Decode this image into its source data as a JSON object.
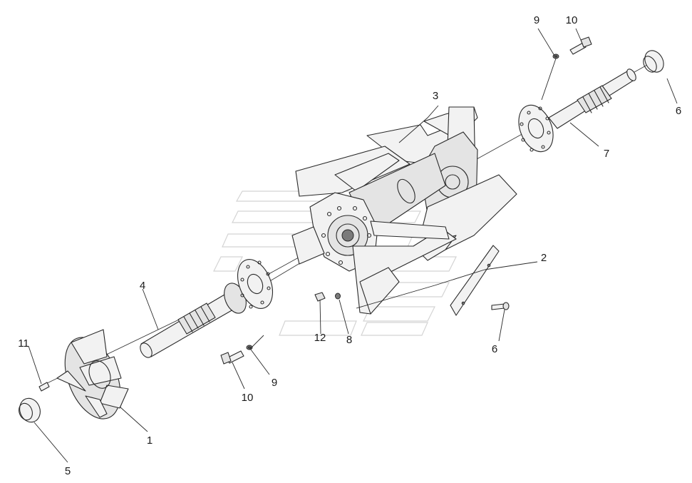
{
  "diagram": {
    "callouts": [
      {
        "id": "c1",
        "text": "1"
      },
      {
        "id": "c2",
        "text": "2"
      },
      {
        "id": "c3",
        "text": "3"
      },
      {
        "id": "c4",
        "text": "4"
      },
      {
        "id": "c5",
        "text": "5"
      },
      {
        "id": "c6a",
        "text": "6"
      },
      {
        "id": "c6b",
        "text": "6"
      },
      {
        "id": "c7",
        "text": "7"
      },
      {
        "id": "c8",
        "text": "8"
      },
      {
        "id": "c9a",
        "text": "9"
      },
      {
        "id": "c9b",
        "text": "9"
      },
      {
        "id": "c10a",
        "text": "10"
      },
      {
        "id": "c10b",
        "text": "10"
      },
      {
        "id": "c11",
        "text": "11"
      },
      {
        "id": "c12",
        "text": "12"
      }
    ]
  }
}
